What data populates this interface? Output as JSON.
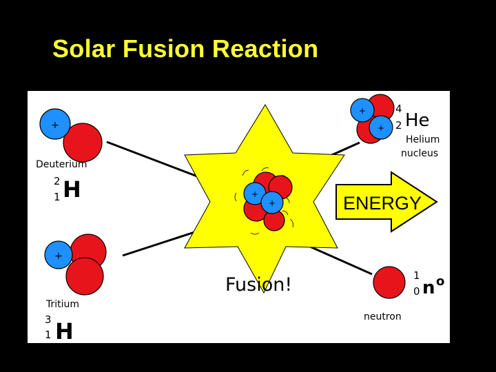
{
  "title": "Solar Fusion Reaction",
  "deuterium": {
    "name": "Deuterium",
    "mass": "2",
    "atomic": "1",
    "symbol": "H"
  },
  "tritium": {
    "name": "Tritium",
    "mass": "3",
    "atomic": "1",
    "symbol": "H"
  },
  "helium": {
    "mass": "4",
    "atomic": "2",
    "symbol": "He",
    "label_line1": "Helium",
    "label_line2": "nucleus"
  },
  "neutron": {
    "mass": "1",
    "atomic": "0",
    "symbol": "n",
    "superscript": "o",
    "label": "neutron"
  },
  "energy_label": "ENERGY",
  "fusion_label": "Fusion!",
  "proton_sign": "+",
  "colors": {
    "background": "#000000",
    "title": "#ffff33",
    "star": "#ffff00",
    "proton": "#1e90ff",
    "neutron": "#e8141c",
    "panel": "#ffffff"
  }
}
